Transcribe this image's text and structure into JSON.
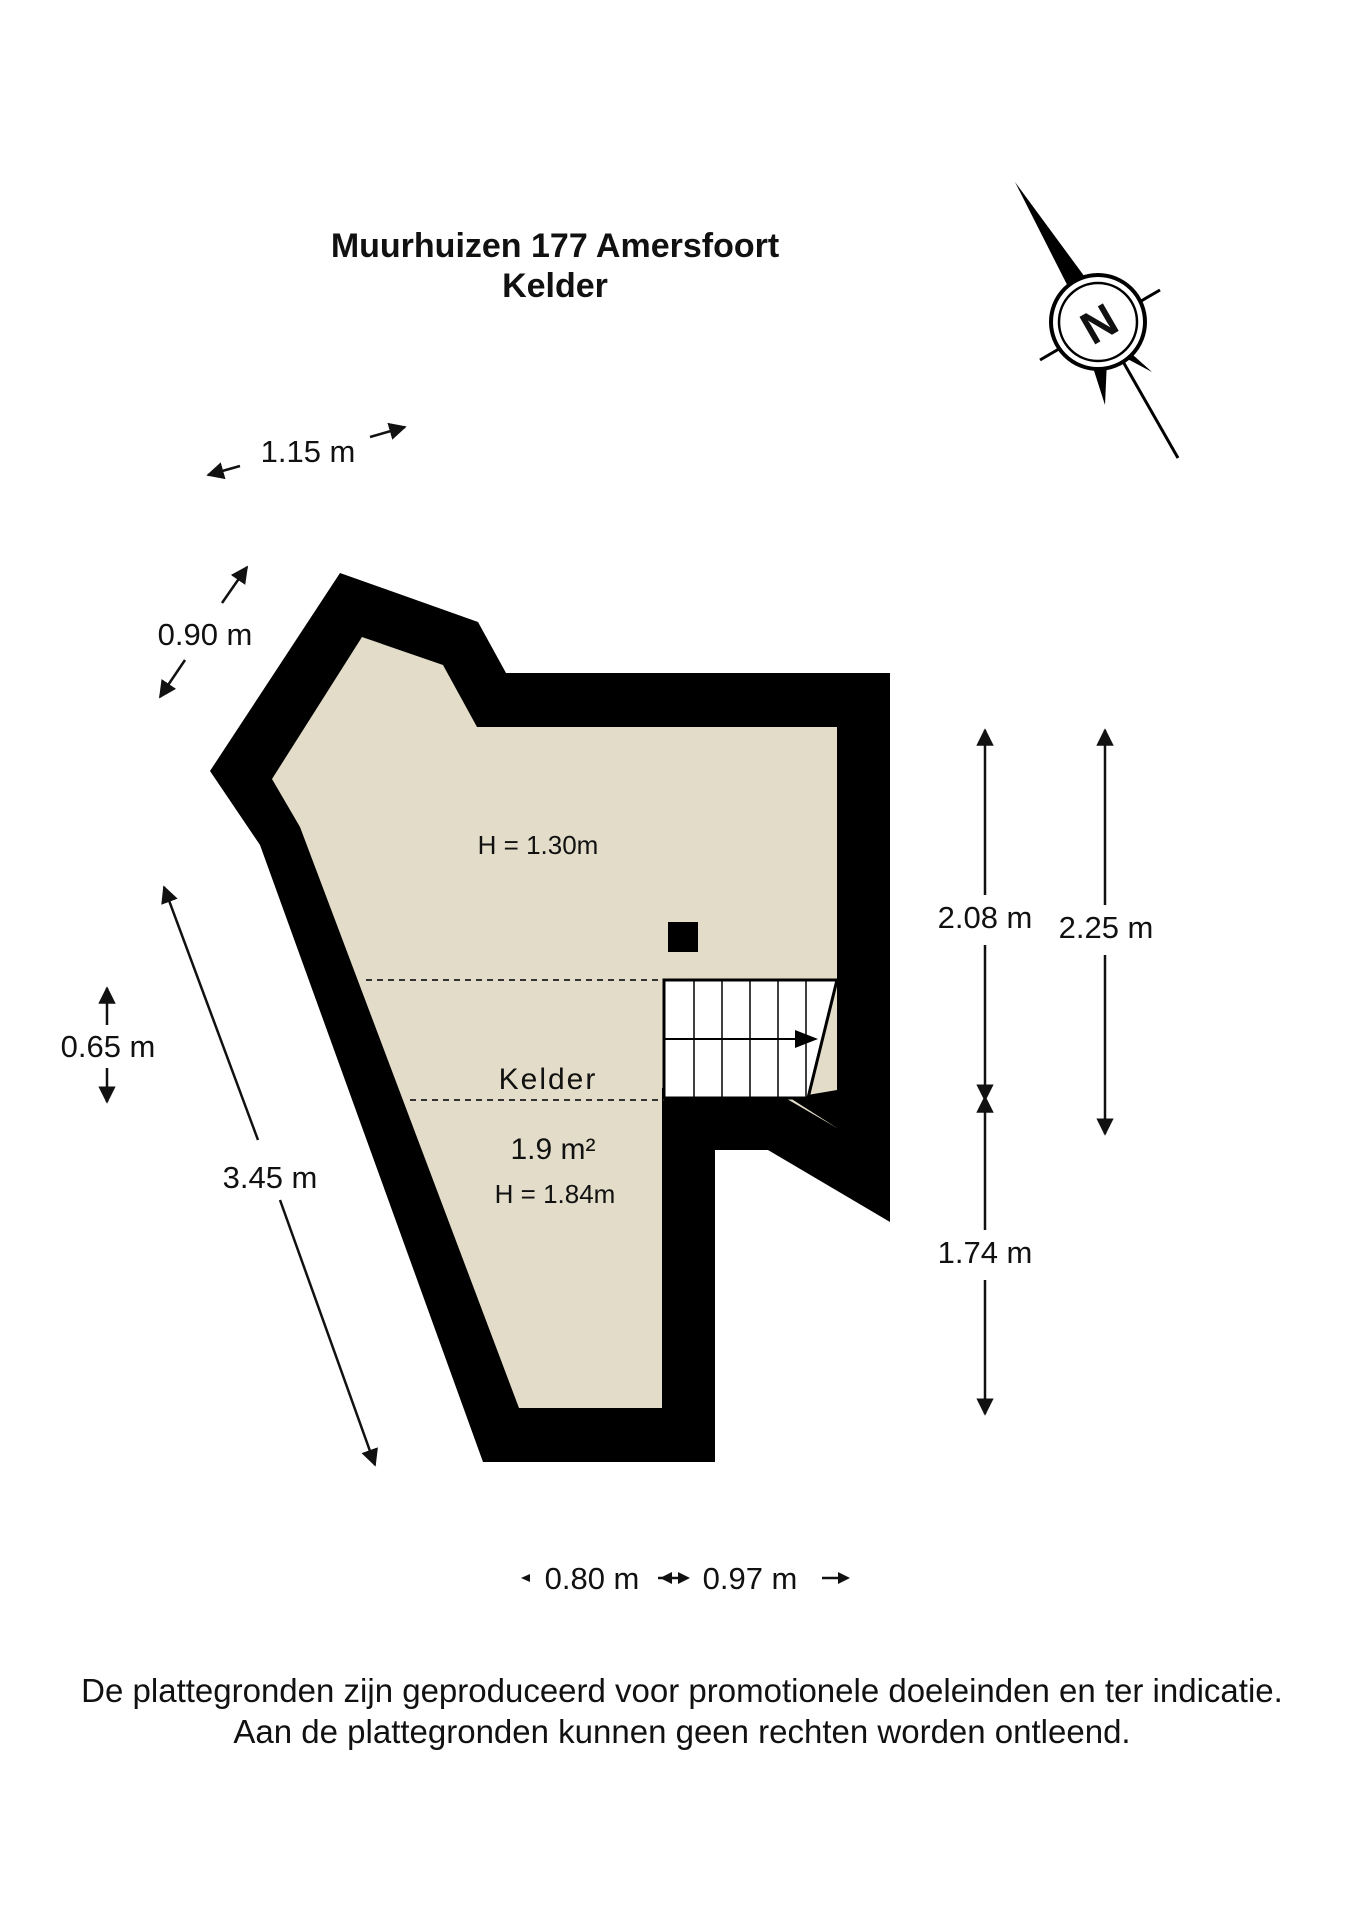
{
  "title": "Muurhuizen 177 Amersfoort",
  "floor": "Kelder",
  "colors": {
    "wall": "#000000",
    "floor_fill": "#e2dcc8",
    "text": "#111111",
    "background": "#ffffff"
  },
  "compass": {
    "letter": "N",
    "icon": "north-arrow-icon"
  },
  "room": {
    "name": "Kelder",
    "area": "1.9 m²",
    "height_upper": "H = 1.30m",
    "height_lower": "H = 1.84m"
  },
  "dimensions": {
    "top": "1.15 m",
    "top_left": "0.90 m",
    "left_short": "0.65 m",
    "left_long": "3.45 m",
    "right_upper": "2.08 m",
    "right_total": "2.25 m",
    "right_lower": "1.74 m",
    "bottom_left": "0.80 m",
    "bottom_right": "0.97 m"
  },
  "disclaimer": {
    "line1": "De plattegronden zijn geproduceerd voor promotionele doeleinden en ter indicatie.",
    "line2": "Aan de plattegronden kunnen geen rechten worden ontleend."
  }
}
